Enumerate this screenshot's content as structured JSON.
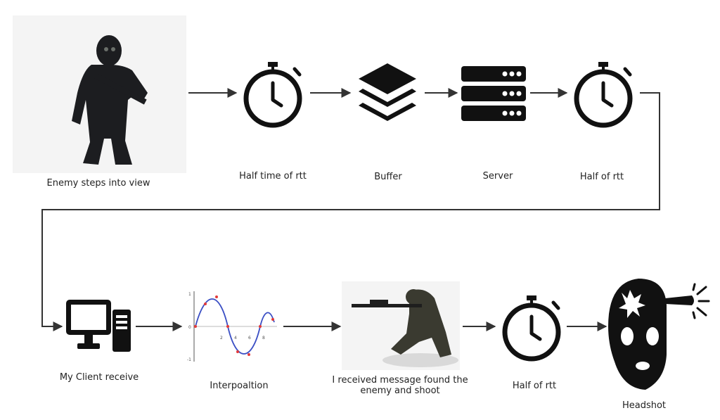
{
  "flow": {
    "row1": {
      "enemy_label": "Enemy steps into view",
      "half_time_label": "Half time of rtt",
      "buffer_label": "Buffer",
      "server_label": "Server",
      "half_rtt_label": "Half of rtt"
    },
    "row2": {
      "client_label": "My Client receive",
      "interp_label": "Interpoaltion",
      "received_label": "I received message found the enemy and shoot",
      "half_rtt_label": "Half of rtt",
      "headshot_label": "Headshot"
    }
  },
  "interp_chart": {
    "y_ticks": [
      "1",
      "0",
      "-1"
    ],
    "x_ticks": [
      "2",
      "4",
      "6",
      "8"
    ]
  },
  "icons": {
    "stopwatch": "stopwatch-icon",
    "buffer": "layers-icon",
    "server": "server-icon",
    "client": "desktop-computer-icon",
    "headshot": "headshot-mask-icon"
  },
  "colors": {
    "icon": "#111111",
    "line": "#333333",
    "sine": "#3b4fc4",
    "points": "#e23a3a"
  }
}
